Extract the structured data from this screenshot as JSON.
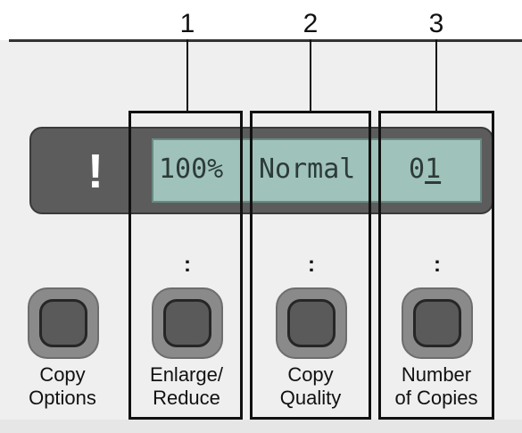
{
  "callouts": [
    "1",
    "2",
    "3"
  ],
  "display": {
    "warning_symbol": "!",
    "enlarge_value": "100%",
    "quality_value": "Normal",
    "copies_value_prefix": "0",
    "copies_value_cursor": "1"
  },
  "indicator": ":",
  "buttons": [
    {
      "label_line1": "Copy",
      "label_line2": "Options"
    },
    {
      "label_line1": "Enlarge/",
      "label_line2": "Reduce"
    },
    {
      "label_line1": "Copy",
      "label_line2": "Quality"
    },
    {
      "label_line1": "Number",
      "label_line2": "of Copies"
    }
  ],
  "colors": {
    "lcd_background": "#9fc3ba",
    "lcd_housing": "#5c5c5c",
    "button_face": "#5a5a5a",
    "panel": "#efefef"
  }
}
